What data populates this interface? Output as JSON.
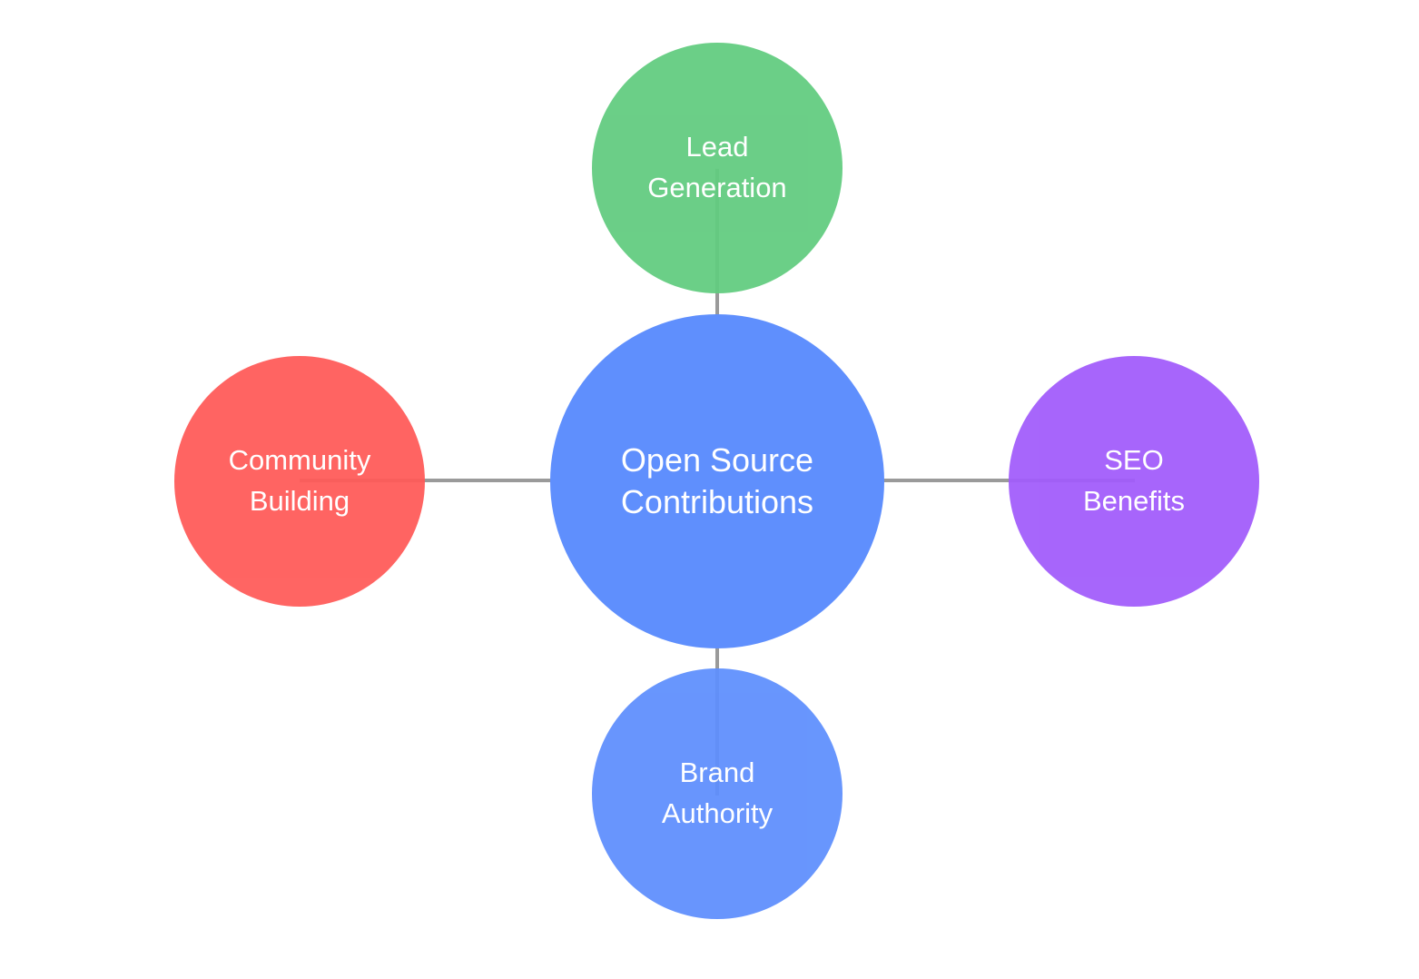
{
  "diagram": {
    "center": {
      "lines": [
        "Open Source",
        "Contributions"
      ],
      "color": "#5f8ffd"
    },
    "nodes": [
      {
        "id": "top",
        "lines": [
          "Lead",
          "Generation"
        ],
        "color": "#62cc80"
      },
      {
        "id": "left",
        "lines": [
          "Community",
          "Building"
        ],
        "color": "#ff5b59"
      },
      {
        "id": "right",
        "lines": [
          "SEO",
          "Benefits"
        ],
        "color": "#a25cfb"
      },
      {
        "id": "bottom",
        "lines": [
          "Brand",
          "Authority"
        ],
        "color": "#5f8ffd"
      }
    ],
    "connector_color": "#9a9a9a"
  }
}
